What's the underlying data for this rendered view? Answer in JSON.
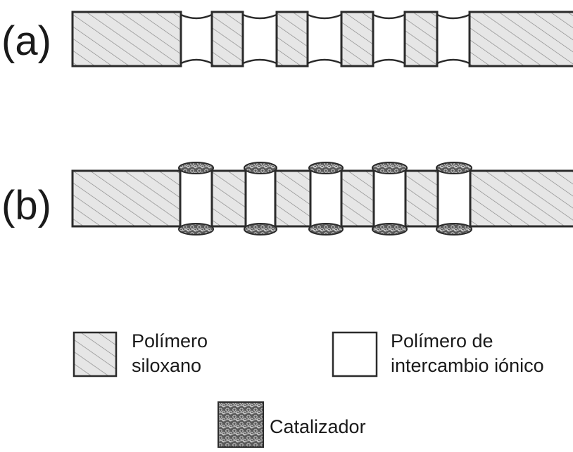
{
  "panels": {
    "a_label": "(a)",
    "b_label": "(b)"
  },
  "legend": {
    "siloxane_line1": "Polímero",
    "siloxane_line2": "siloxano",
    "ionic_line1": "Polímero de",
    "ionic_line2": "intercambio iónico",
    "catalyst": "Catalizador"
  },
  "colors": {
    "stroke": "#2b2b2b",
    "hatch_fill": "#e6e6e6",
    "hatch_line": "#8a8a8a",
    "ionic_fill": "#ffffff",
    "catalyst_fill": "#4a4a4a"
  }
}
